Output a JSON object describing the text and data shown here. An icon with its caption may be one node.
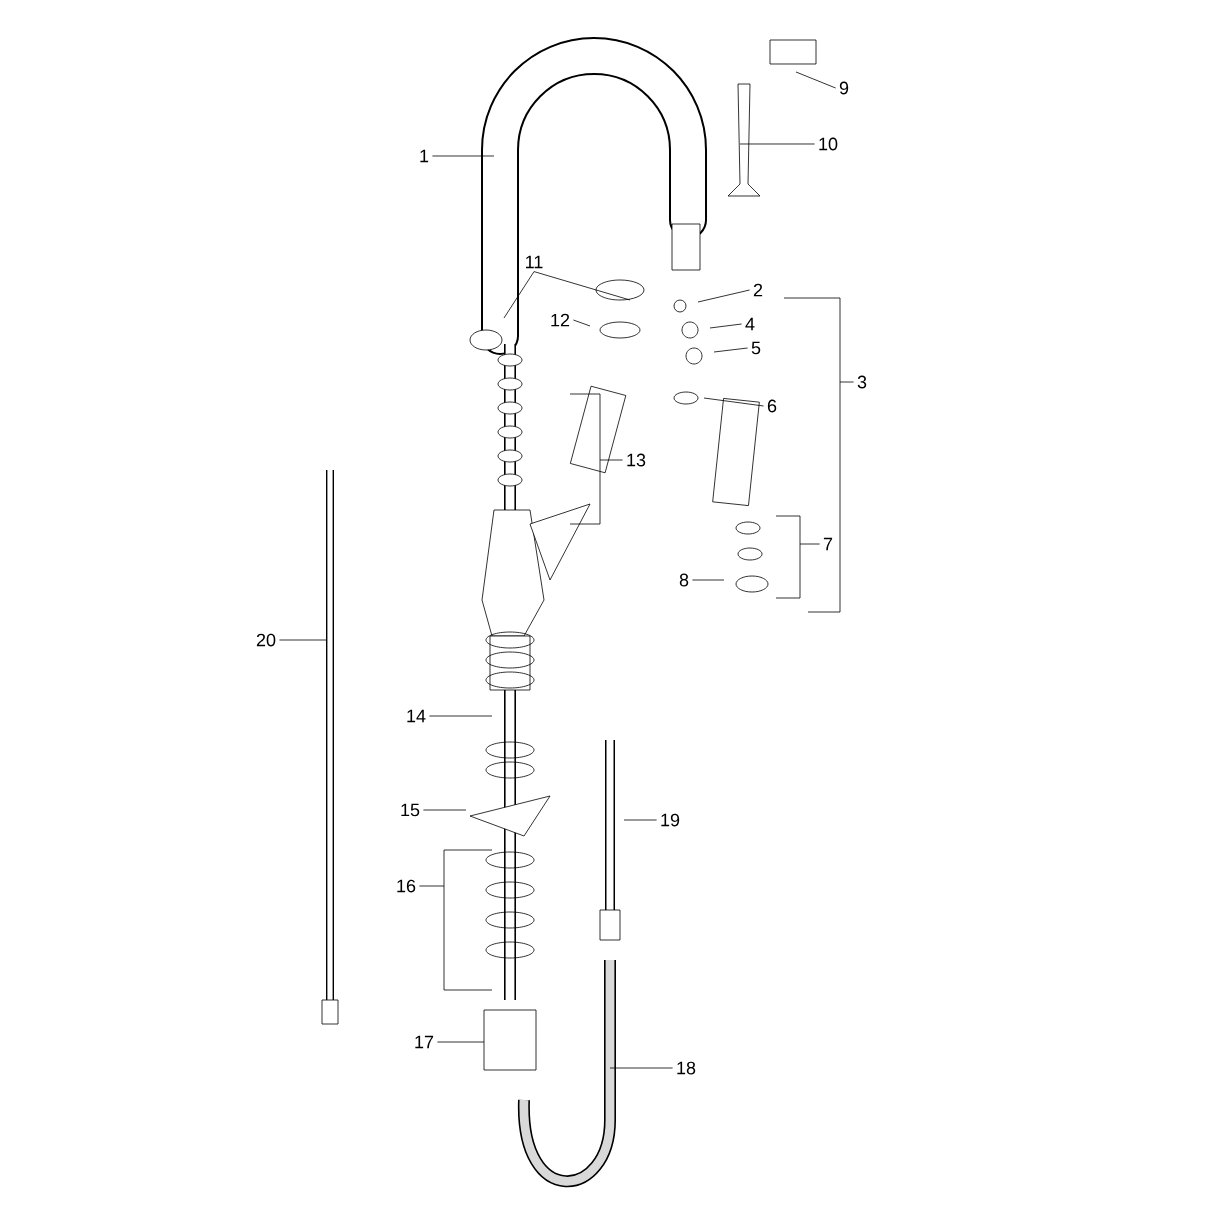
{
  "diagram": {
    "nodes": [
      {
        "text": [
          "1"
        ]
      },
      {
        "text": [
          "2"
        ]
      },
      {
        "text": [
          "3"
        ]
      },
      {
        "text": [
          "4"
        ]
      },
      {
        "text": [
          "5"
        ]
      },
      {
        "text": [
          "6"
        ]
      },
      {
        "text": [
          "7"
        ]
      },
      {
        "text": [
          "8"
        ]
      },
      {
        "text": [
          "9"
        ]
      },
      {
        "text": [
          "10"
        ]
      },
      {
        "text": [
          "11"
        ]
      },
      {
        "text": [
          "12"
        ]
      },
      {
        "text": [
          "13"
        ]
      },
      {
        "text": [
          "14"
        ]
      },
      {
        "text": [
          "15"
        ]
      },
      {
        "text": [
          "16"
        ]
      },
      {
        "text": [
          "17"
        ]
      },
      {
        "text": [
          "18"
        ]
      },
      {
        "text": [
          "19"
        ]
      },
      {
        "text": [
          "20"
        ]
      }
    ],
    "edges": [
      {
        "from": 0,
        "to": null,
        "arrow": "none"
      },
      {
        "from": 1,
        "to": null,
        "arrow": "none"
      },
      {
        "from": 2,
        "to": null,
        "arrow": "none"
      },
      {
        "from": 3,
        "to": null,
        "arrow": "none"
      },
      {
        "from": 4,
        "to": null,
        "arrow": "none"
      },
      {
        "from": 5,
        "to": null,
        "arrow": "none"
      },
      {
        "from": 6,
        "to": null,
        "arrow": "none"
      },
      {
        "from": 7,
        "to": null,
        "arrow": "none"
      },
      {
        "from": 8,
        "to": null,
        "arrow": "none"
      },
      {
        "from": 9,
        "to": null,
        "arrow": "none"
      },
      {
        "from": 10,
        "to": null,
        "arrow": "none"
      },
      {
        "from": 10,
        "to": null,
        "arrow": "none"
      },
      {
        "from": 11,
        "to": null,
        "arrow": "none"
      },
      {
        "from": 12,
        "to": null,
        "arrow": "none"
      },
      {
        "from": 13,
        "to": null,
        "arrow": "none"
      },
      {
        "from": 14,
        "to": null,
        "arrow": "none"
      },
      {
        "from": 15,
        "to": null,
        "arrow": "none"
      },
      {
        "from": 16,
        "to": null,
        "arrow": "none"
      },
      {
        "from": 17,
        "to": null,
        "arrow": "none"
      },
      {
        "from": 18,
        "to": null,
        "arrow": "none"
      },
      {
        "from": 19,
        "to": null,
        "arrow": "none"
      }
    ]
  }
}
